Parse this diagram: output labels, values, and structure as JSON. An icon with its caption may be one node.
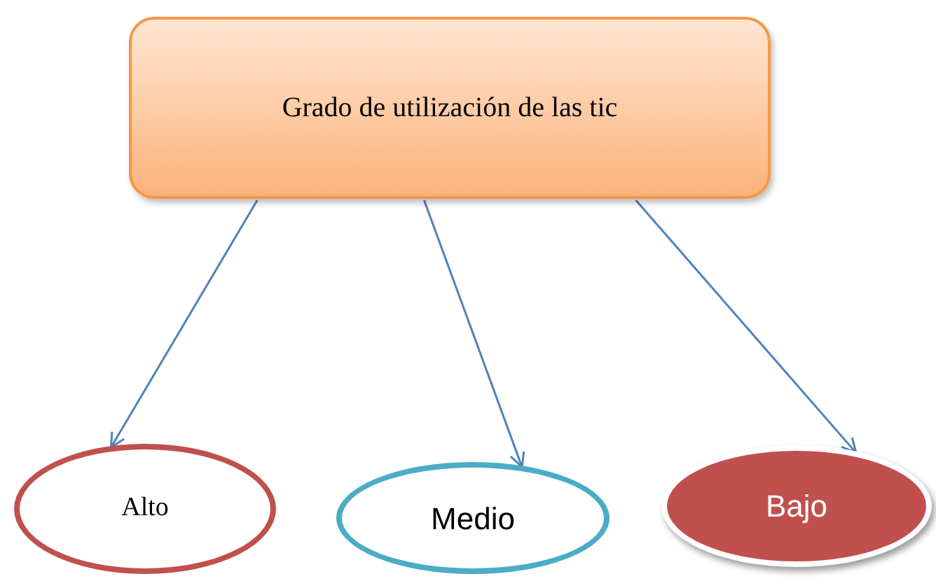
{
  "diagram": {
    "nodes": [
      {
        "text": [
          "Grado de utilización de las tic"
        ]
      },
      {
        "text": [
          "Alto"
        ]
      },
      {
        "text": [
          "Medio"
        ]
      },
      {
        "text": [
          "Bajo"
        ]
      }
    ],
    "edges": [
      {
        "from": 0,
        "to": 1,
        "arrow": "to"
      },
      {
        "from": 0,
        "to": 2,
        "arrow": "to"
      },
      {
        "from": 0,
        "to": 3,
        "arrow": "to"
      }
    ]
  }
}
